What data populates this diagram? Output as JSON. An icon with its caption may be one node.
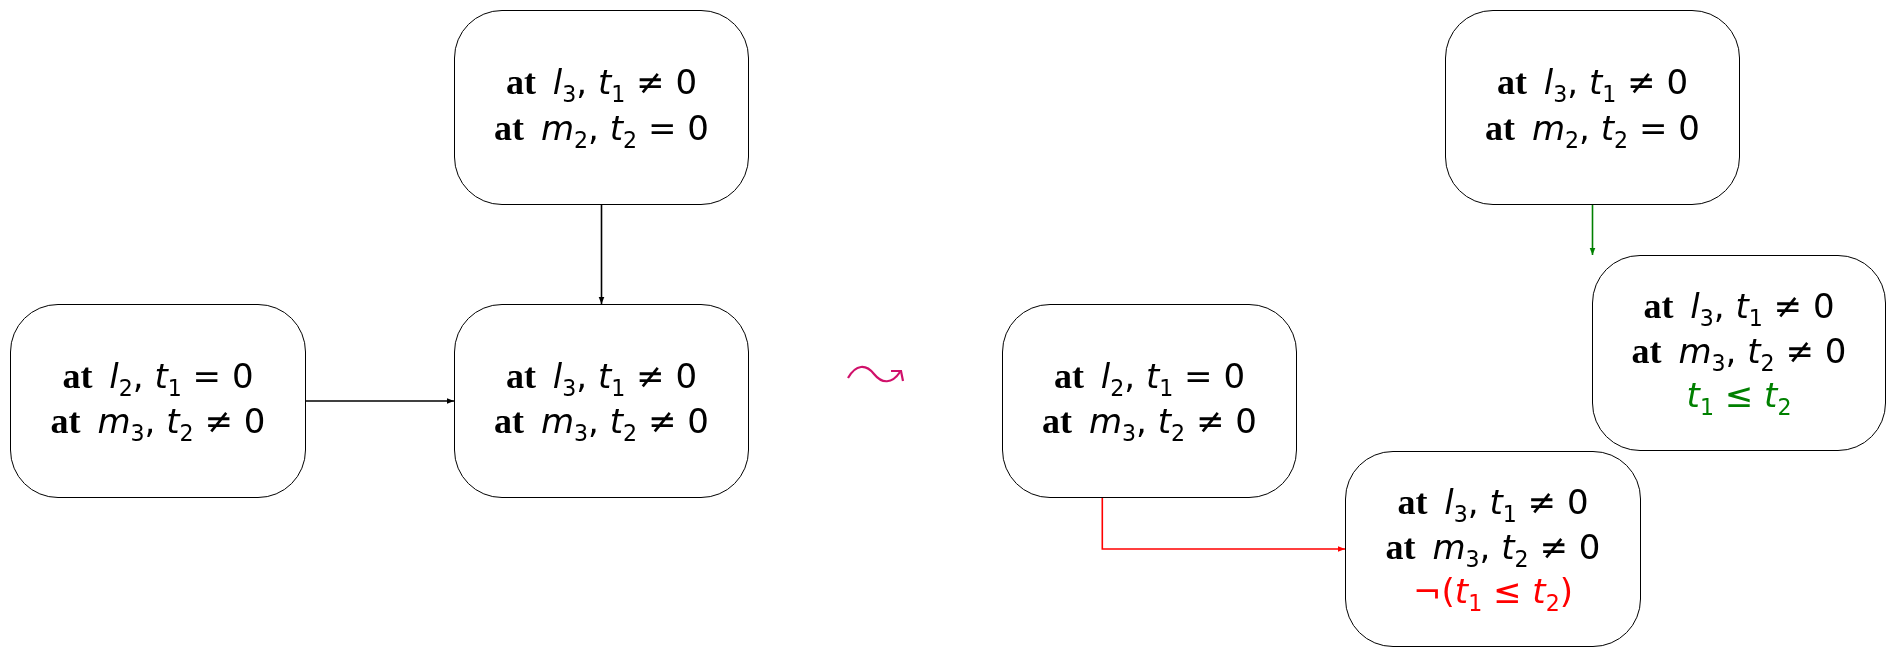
{
  "diagram": {
    "nodes": [
      {
        "text": [
          "**at** *l*$_{3}$, *t*$_{1}$ ≠ 0",
          "**at** *m*$_{2}$, *t*$_{2}$ = 0"
        ]
      },
      {
        "text": [
          "**at** *l*$_{2}$, *t*$_{1}$ = 0",
          "**at** *m*$_{3}$, *t*$_{2}$ ≠ 0"
        ]
      },
      {
        "text": [
          "**at** *l*$_{3}$, *t*$_{1}$ ≠ 0",
          "**at** *m*$_{3}$, *t*$_{2}$ ≠ 0"
        ]
      },
      {
        "text": [
          "**at** *l*$_{3}$, *t*$_{1}$ ≠ 0",
          "**at** *m*$_{2}$, *t*$_{2}$ = 0"
        ]
      },
      {
        "text": [
          "**at** *l*$_{2}$, *t*$_{1}$ = 0",
          "**at** *m*$_{3}$, *t*$_{2}$ ≠ 0"
        ]
      },
      {
        "text": [
          "**at** *l*$_{3}$, *t*$_{1}$ ≠ 0",
          "**at** *m*$_{3}$, *t*$_{2}$ ≠ 0",
          "*t*$_{1}$ ≤ *t*$_{2}$"
        ]
      },
      {
        "text": [
          "**at** *l*$_{3}$, *t*$_{1}$ ≠ 0",
          "**at** *m*$_{3}$, *t*$_{2}$ ≠ 0",
          "¬(*t*$_{1}$ ≤ *t*$_{2}$)"
        ]
      }
    ],
    "edges": [
      {
        "from": 0,
        "to": 2,
        "arrow": "to"
      },
      {
        "from": 1,
        "to": 2,
        "arrow": "to"
      },
      {
        "from": 3,
        "to": 5,
        "arrow": "to",
        "color": "#008000"
      },
      {
        "from": 4,
        "to": 6,
        "arrow": "to",
        "color": "#ff0000"
      }
    ]
  }
}
